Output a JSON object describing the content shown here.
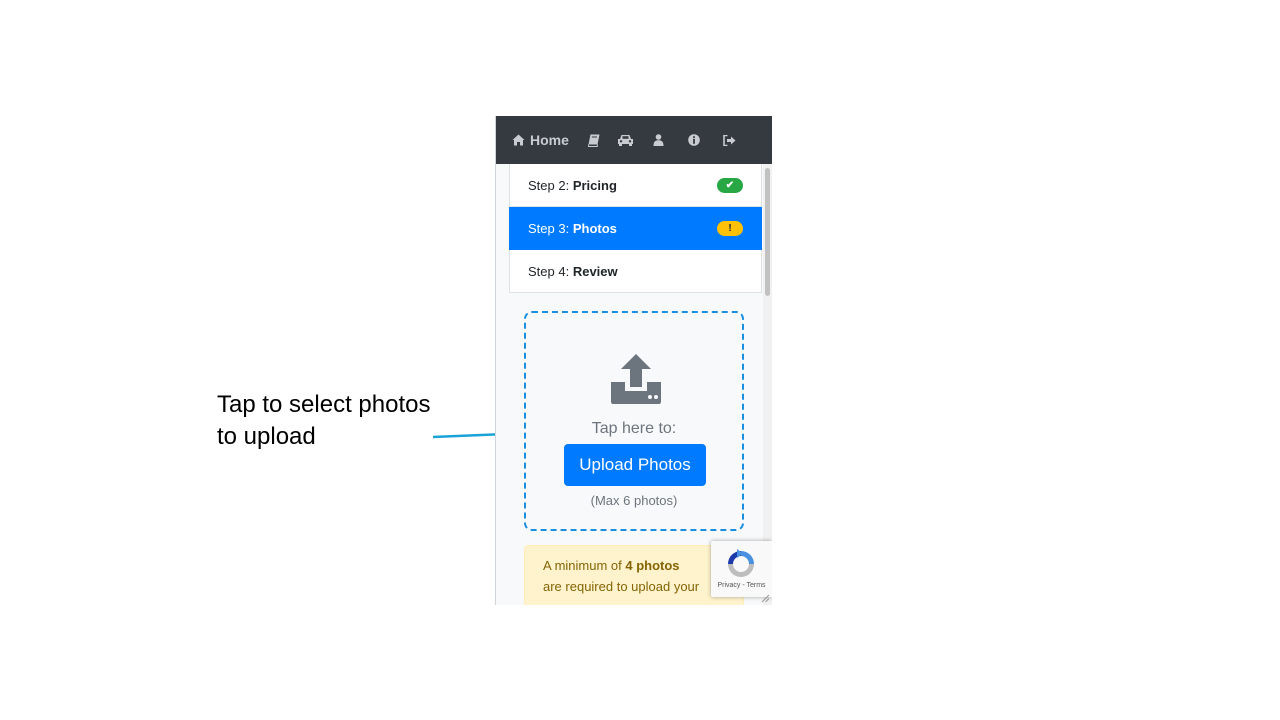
{
  "annotation": {
    "line1": "Tap to select photos",
    "line2": "to upload",
    "line_color": "#1aa3d9"
  },
  "navbar": {
    "home_label": "Home",
    "icons": [
      "home-icon",
      "book-icon",
      "car-icon",
      "user-icon",
      "info-icon",
      "sign-out-icon"
    ],
    "background": "#343a40"
  },
  "steps": [
    {
      "prefix": "Step 2:",
      "name": "Pricing",
      "status": "✔",
      "status_color": "#28a745"
    },
    {
      "prefix": "Step 3:",
      "name": "Photos",
      "status": "!",
      "status_color": "#ffc107",
      "active": true
    },
    {
      "prefix": "Step 4:",
      "name": "Review"
    }
  ],
  "upload": {
    "icon": "upload-icon",
    "tap_text": "Tap here to:",
    "button_label": "Upload Photos",
    "max_text": "(Max 6 photos)",
    "accent": "#007bff"
  },
  "alert": {
    "text_prefix": "A minimum of ",
    "count": "4 photos",
    "text_suffix": "are required to upload your",
    "background": "#fff3cd"
  },
  "recaptcha": {
    "links": "Privacy - Terms"
  }
}
